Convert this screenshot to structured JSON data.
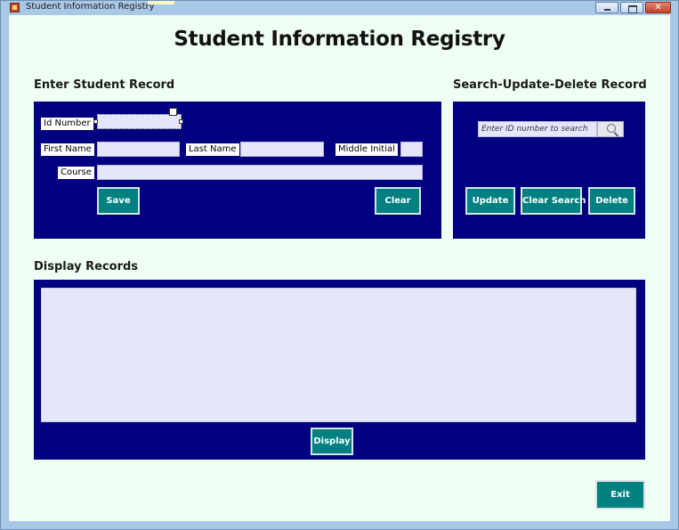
{
  "window": {
    "title": "Student Information Registry",
    "close_glyph": "✕"
  },
  "app": {
    "heading": "Student Information Registry"
  },
  "enter_section": {
    "label": "Enter Student Record",
    "id_label": "Id Number",
    "first_name_label": "First Name",
    "last_name_label": "Last Name",
    "middle_initial_label": "Middle Initial",
    "course_label": "Course",
    "save_label": "Save",
    "clear_label": "Clear"
  },
  "search_section": {
    "label": "Search-Update-Delete Record",
    "search_placeholder": "Enter ID number to search",
    "update_label": "Update",
    "clear_search_label": "Clear Search",
    "delete_label": "Delete"
  },
  "display_section": {
    "label": "Display Records",
    "display_label": "Display"
  },
  "footer": {
    "exit_label": "Exit"
  },
  "colors": {
    "panel": "#000080",
    "button": "#008080",
    "field": "#e6e6fa",
    "background": "#f0fff4"
  },
  "icons": {
    "app": "form-icon",
    "search": "search-icon"
  }
}
